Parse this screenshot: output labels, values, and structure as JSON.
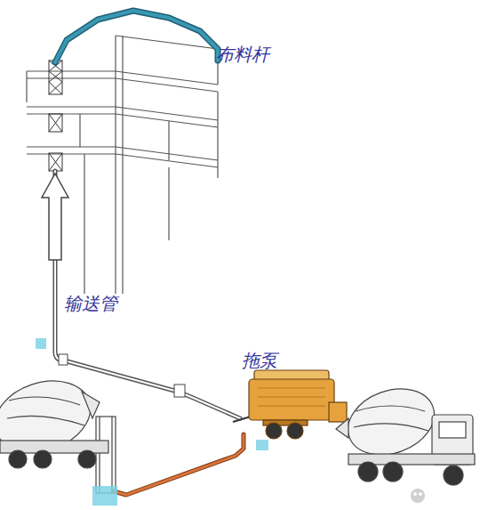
{
  "diagram": {
    "labels": [
      "布料杆",
      "输送管",
      "拖泵"
    ]
  }
}
